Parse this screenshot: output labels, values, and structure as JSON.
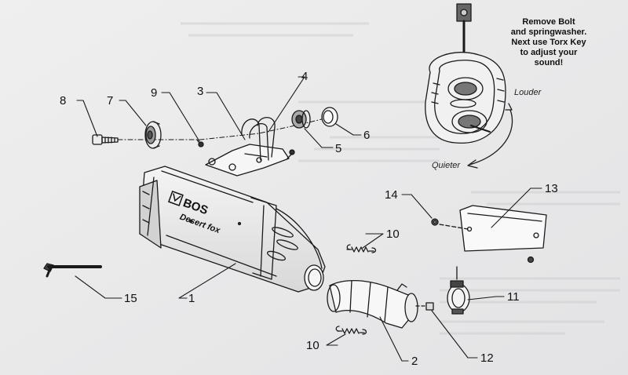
{
  "callouts": [
    {
      "id": "c1",
      "label": "1"
    },
    {
      "id": "c2",
      "label": "2"
    },
    {
      "id": "c3",
      "label": "3"
    },
    {
      "id": "c4",
      "label": "4"
    },
    {
      "id": "c5",
      "label": "5"
    },
    {
      "id": "c6",
      "label": "6"
    },
    {
      "id": "c7",
      "label": "7"
    },
    {
      "id": "c8",
      "label": "8"
    },
    {
      "id": "c9",
      "label": "9"
    },
    {
      "id": "c10a",
      "label": "10"
    },
    {
      "id": "c10b",
      "label": "10"
    },
    {
      "id": "c11",
      "label": "11"
    },
    {
      "id": "c12",
      "label": "12"
    },
    {
      "id": "c13",
      "label": "13"
    },
    {
      "id": "c14",
      "label": "14"
    },
    {
      "id": "c15",
      "label": "15"
    }
  ],
  "instruction": {
    "lines": [
      "Remove Bolt",
      "and springwasher.",
      "Next use Torx Key",
      "to adjust your",
      "sound!"
    ]
  },
  "directions": {
    "louder": "Louder",
    "quieter": "Quieter"
  },
  "muffler_brand": "BOS",
  "muffler_model": "Desert fox"
}
